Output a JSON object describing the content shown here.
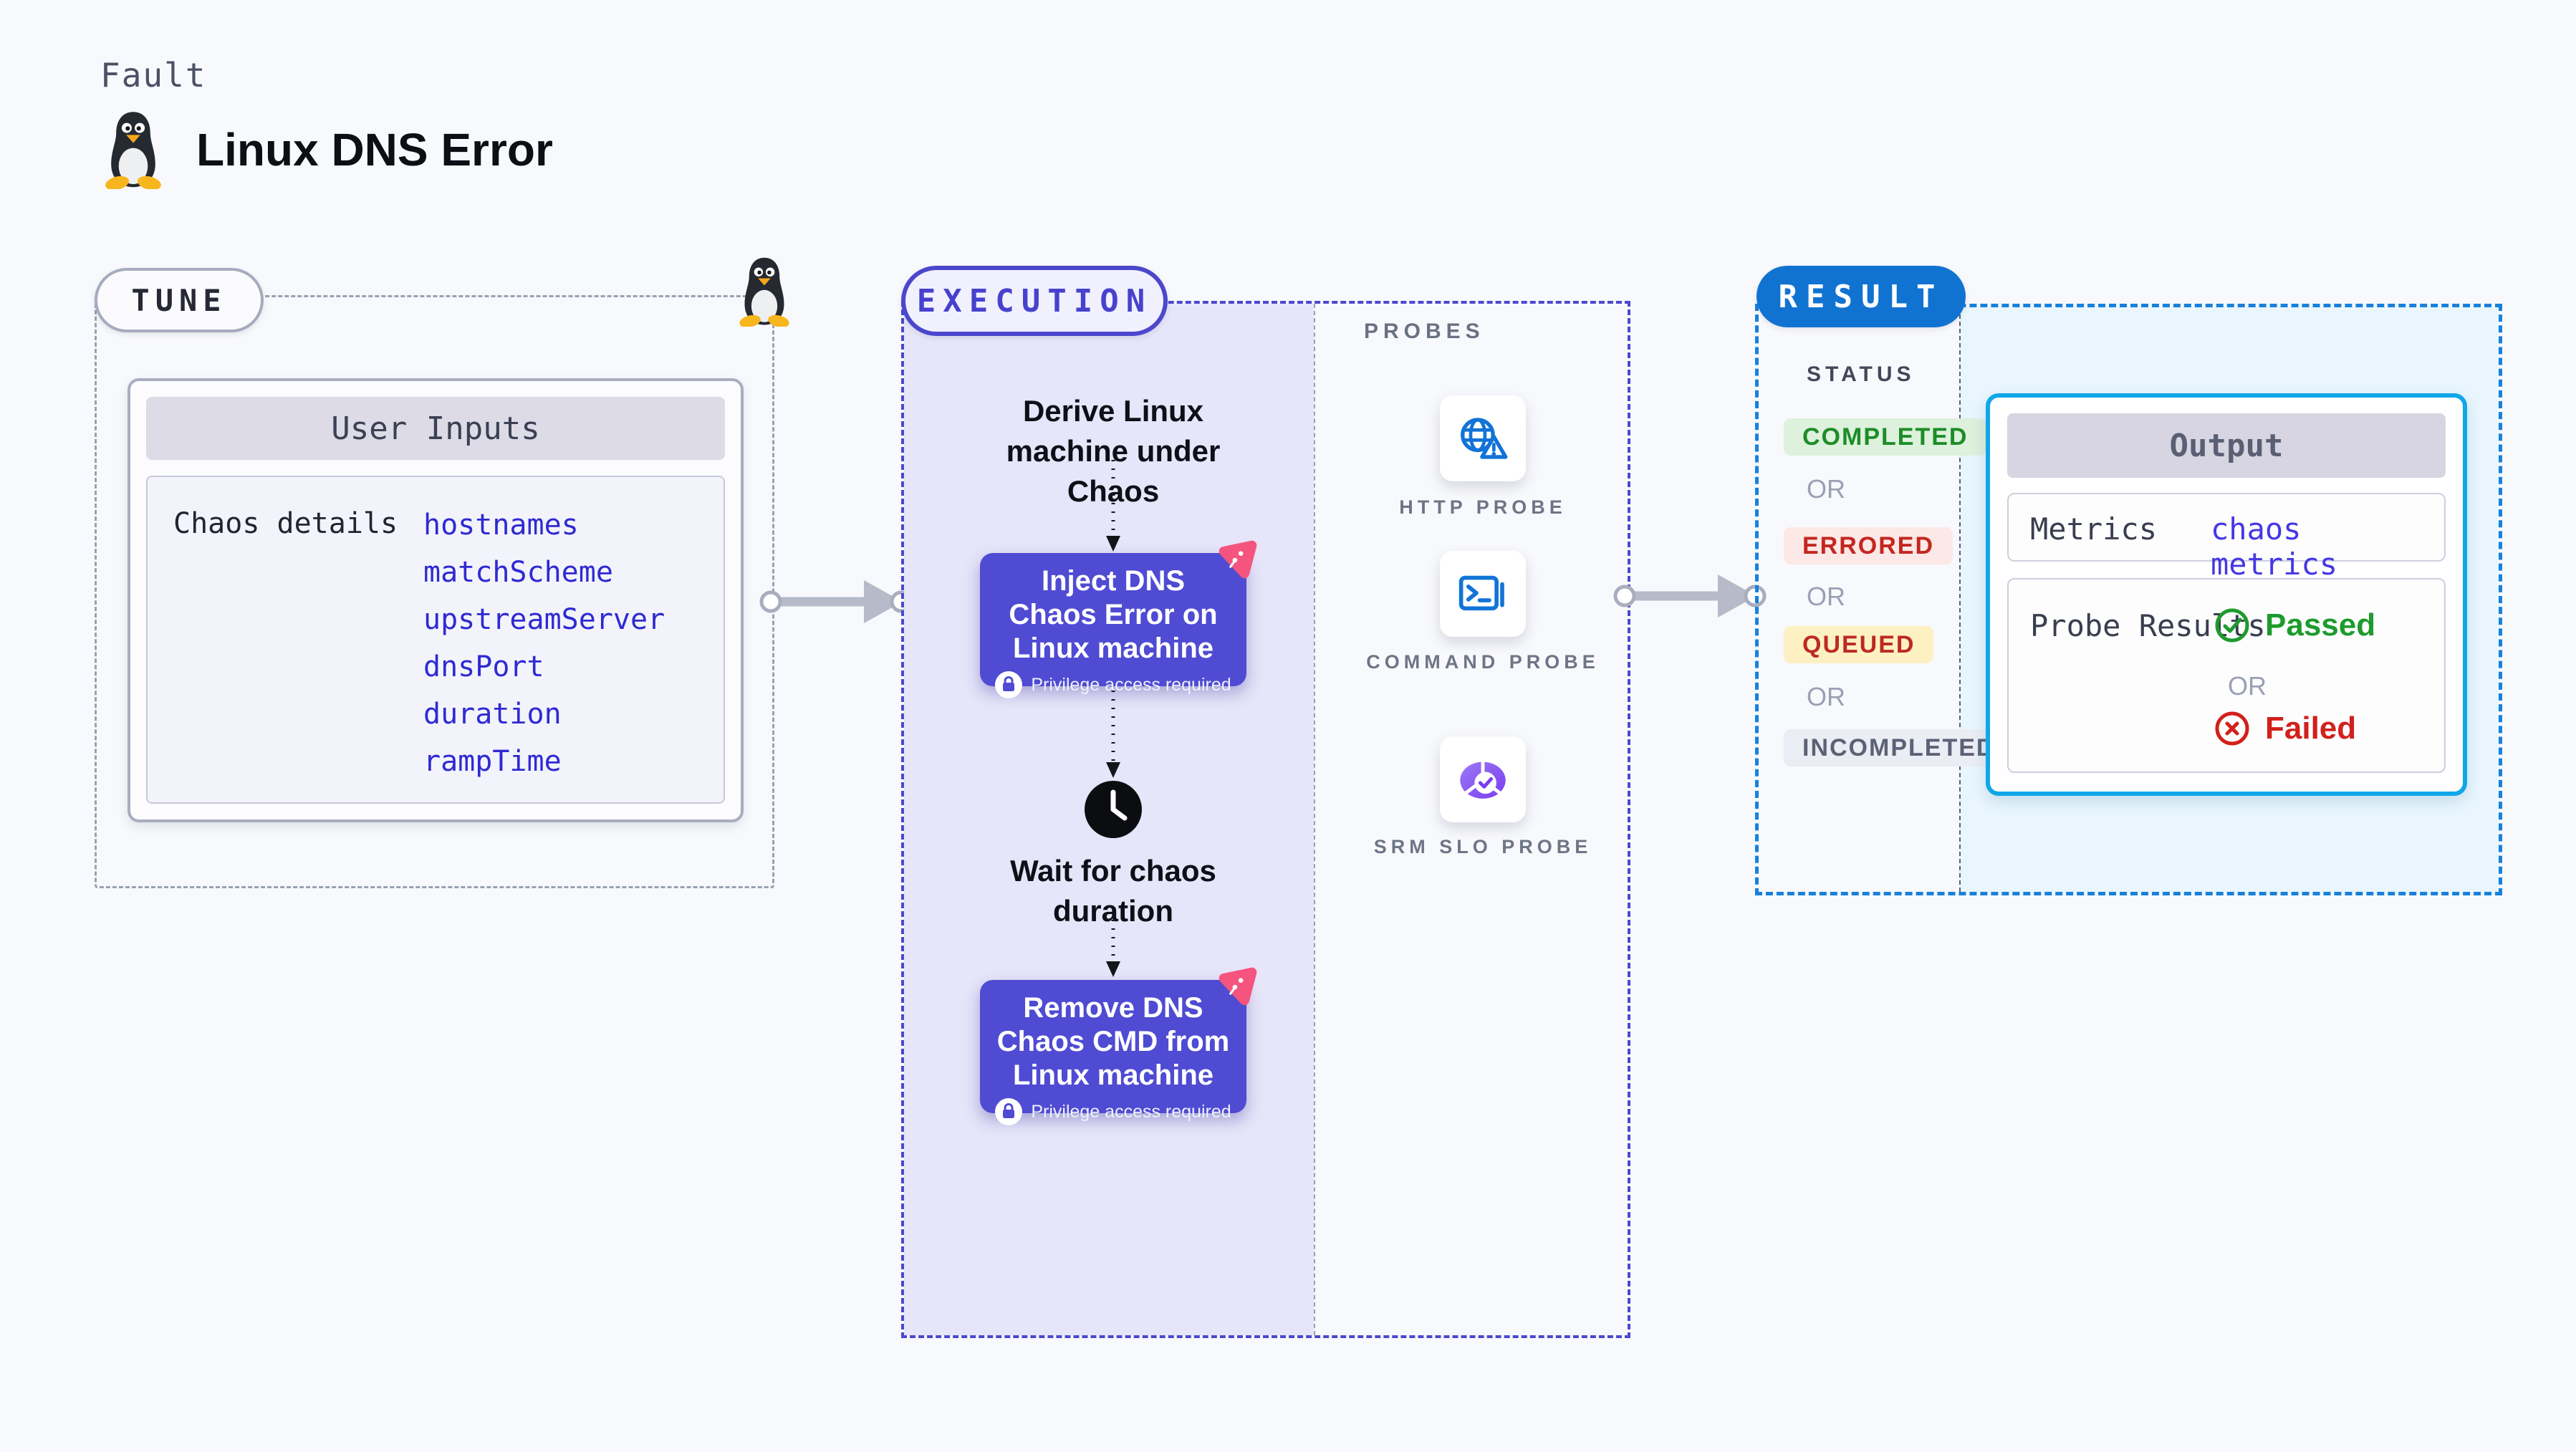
{
  "header": {
    "eyebrow": "Fault",
    "title": "Linux DNS Error"
  },
  "tune": {
    "label": "TUNE",
    "user_inputs": {
      "title": "User Inputs",
      "row_label": "Chaos details",
      "items": [
        "hostnames",
        "matchScheme",
        "upstreamServer",
        "dnsPort",
        "duration",
        "rampTime"
      ]
    }
  },
  "execution": {
    "label": "EXECUTION",
    "derive_text": "Derive Linux machine under Chaos",
    "wait_text": "Wait for chaos duration",
    "cards": [
      {
        "title": "Inject DNS Chaos Error on Linux machine",
        "badge": "Privilege access required"
      },
      {
        "title": "Remove DNS Chaos CMD from Linux machine",
        "badge": "Privilege access required"
      }
    ]
  },
  "probes": {
    "label": "PROBES",
    "items": [
      {
        "name": "HTTP PROBE",
        "icon": "globe-alert-icon"
      },
      {
        "name": "COMMAND PROBE",
        "icon": "terminal-icon"
      },
      {
        "name": "SRM SLO PROBE",
        "icon": "slo-donut-icon"
      }
    ]
  },
  "result": {
    "label": "RESULT",
    "status_title": "STATUS",
    "or": "OR",
    "statuses": [
      {
        "label": "COMPLETED",
        "fg": "#1d8d27",
        "bg": "#ddf1dc"
      },
      {
        "label": "ERRORED",
        "fg": "#c4271f",
        "bg": "#fce8e6"
      },
      {
        "label": "QUEUED",
        "fg": "#bc2a22",
        "bg": "#fdf0c2"
      },
      {
        "label": "INCOMPLETED",
        "fg": "#5c6276",
        "bg": "#ebedf4"
      }
    ],
    "output": {
      "title": "Output",
      "metrics_label": "Metrics",
      "metrics_value": "chaos metrics",
      "probe_label": "Probe Results",
      "passed": "Passed",
      "or": "OR",
      "failed": "Failed"
    }
  },
  "colors": {
    "page_bg": "#f8f9fc",
    "indigo": "#4a47cd",
    "card_indigo": "#4f4bd3",
    "lavender_bg": "#e6e5f9",
    "result_blue": "#1173d1",
    "result_dash": "#1781dd",
    "cyan_bg": "#e9f6fd",
    "output_border": "#10a7e9",
    "pink_accent": "#f4547e",
    "probe_icon_blue": "#1273d8",
    "passed_green": "#1d9b2c",
    "failed_red": "#d2201b"
  }
}
